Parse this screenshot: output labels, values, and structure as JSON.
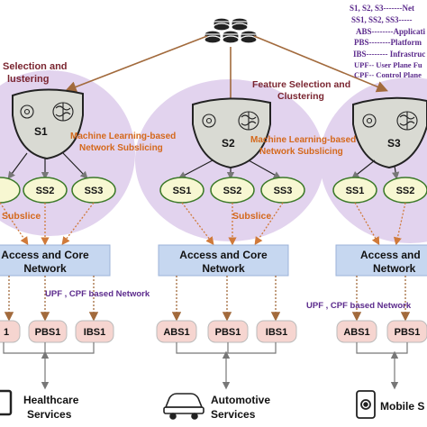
{
  "heading_fragments": {
    "left_selection": "Selection and",
    "left_clustering": "lustering",
    "mid_selection": "Feature Selection and",
    "mid_clustering": "Clustering"
  },
  "slices": [
    {
      "label": "S1",
      "subslices": [
        "",
        "SS2",
        "SS3"
      ],
      "ml_line1": "Machine Learning-based",
      "ml_line2": "Network  Subslicing",
      "subslice_caption": "Subslice",
      "core_line1": "Access and Core",
      "core_line2": "Network",
      "network_caption": "UPF , CPF based Network",
      "services": [
        "1",
        "PBS1",
        "IBS1"
      ],
      "app_line1": "Healthcare",
      "app_line2": "Services"
    },
    {
      "label": "S2",
      "subslices": [
        "SS1",
        "SS2",
        "SS3"
      ],
      "ml_line1": "Machine Learning-based",
      "ml_line2": "Network  Subslicing",
      "subslice_caption": "Subslice",
      "core_line1": "Access and Core",
      "core_line2": "Network",
      "network_caption": "",
      "services": [
        "ABS1",
        "PBS1",
        "IBS1"
      ],
      "app_line1": "Automotive",
      "app_line2": "Services"
    },
    {
      "label": "S3",
      "subslices": [
        "SS1",
        "SS2"
      ],
      "ml_line1": "",
      "ml_line2": "",
      "subslice_caption": "",
      "core_line1": "Access and",
      "core_line2": "Network",
      "network_caption": "UPF , CPF based Network",
      "services": [
        "ABS1",
        "PBS1"
      ],
      "app_line1": "Mobile S",
      "app_line2": ""
    }
  ],
  "legend": [
    "S1, S2, S3-------Net",
    "SS1, SS2, SS3-----",
    "ABS--------Applicati",
    "PBS--------Platform",
    "IBS-------- Infrastruc",
    "UPF-- User Plane Fu",
    "CPF-- Control Plane"
  ],
  "icons": {
    "database": "database-stack-icon",
    "head": "brain-head-icon",
    "health": "phone-health-icon",
    "car": "car-icon",
    "mobile": "mobile-gear-icon"
  },
  "colors": {
    "purple_bg": "#e2d3ee",
    "slice_fill": "#d9dad3",
    "subslice_fill": "#f7f7d2",
    "subslice_stroke": "#3d7a2a",
    "core_fill": "#c6d7f0",
    "core_stroke": "#9cb3d8",
    "service_fill": "#f6d5d0",
    "orange_text": "#d4681b",
    "purple_text": "#5b2a8c",
    "arrow_brown": "#a26a3c",
    "arrow_orange": "#d07a3a",
    "arrow_gray": "#777777"
  }
}
